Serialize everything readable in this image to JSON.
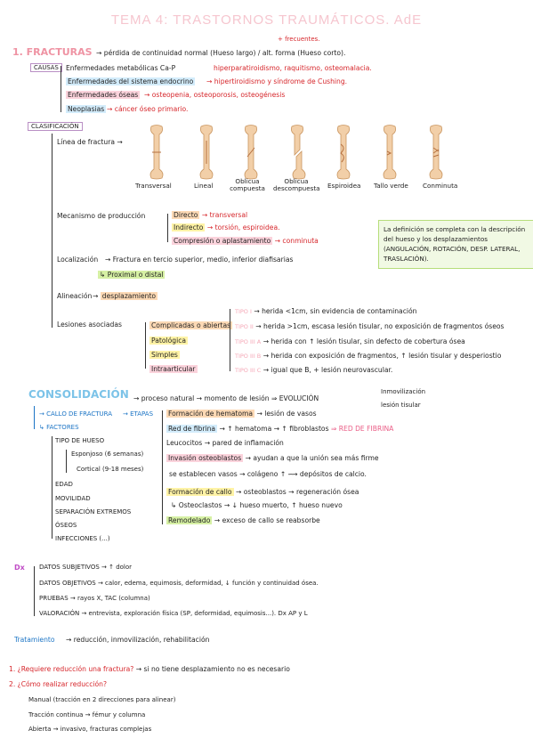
{
  "title": "TEMA 4: TRASTORNOS TRAUMÁTICOS. AdE",
  "fracturas": {
    "extra": "+ frecuentes.",
    "heading": "1. FRACTURAS",
    "definition": "→ pérdida de continuidad normal (Hueso largo) / alt. forma (Hueso corto).",
    "causas_label": "CAUSAS",
    "causas": [
      {
        "label": "Enfermedades metabólicas Ca-P",
        "detail": "hiperparatiroidismo, raquitismo, osteomalacia."
      },
      {
        "label": "Enfermedades del sistema endocrino",
        "detail": "→ hipertiroidismo y síndrome de Cushing."
      },
      {
        "label": "Enfermedades óseas",
        "detail": "→ osteopenia, osteoporosis, osteogénesis"
      },
      {
        "label": "Neoplasias",
        "detail": "→ cáncer óseo primario."
      }
    ]
  },
  "clasificacion": {
    "label": "CLASIFICACIÓN",
    "linea_label": "Línea de fractura →",
    "bones": [
      "Transversal",
      "Lineal",
      "Oblicua compuesta",
      "Oblicua descompuesta",
      "Espiroidea",
      "Tallo verde",
      "Conminuta"
    ],
    "mecanismo_label": "Mecanismo de producción",
    "mecanismo": [
      {
        "label": "Directo",
        "detail": "→ transversal"
      },
      {
        "label": "Indirecto",
        "detail": "→ torsión, espiroidea."
      },
      {
        "label": "Compresión o aplastamiento",
        "detail": "→ conminuta"
      }
    ],
    "localizacion_label": "Localización",
    "localizacion_text": "→ Fractura en tercio superior, medio, inferior diafisarias",
    "localizacion_sub": "↳ Proximal o distal",
    "alineacion_label": "Alineación",
    "alineacion_text": "desplazamiento",
    "lesiones_label": "Lesiones asociadas",
    "lesiones": [
      "Complicadas o abiertas",
      "Patológica",
      "Simples",
      "Intraarticular"
    ],
    "tipos": [
      {
        "tag": "TIPO I",
        "text": "→ herida <1cm, sin evidencia de contaminación"
      },
      {
        "tag": "TIPO II",
        "text": "→ herida >1cm, escasa lesión tisular, no exposición de fragmentos óseos"
      },
      {
        "tag": "TIPO III A",
        "text": "→ herida con ↑ lesión tisular, sin defecto de cobertura ósea"
      },
      {
        "tag": "TIPO III B",
        "text": "→ herida con exposición de fragmentos, ↑ lesión tisular y desperiostio"
      },
      {
        "tag": "TIPO III C",
        "text": "→ igual que B, + lesión neurovascular."
      }
    ],
    "note": "La definición se completa con la descripción del hueso y los desplazamientos (ANGULACIÓN, ROTACIÓN, DESP. LATERAL, TRASLACIÓN)."
  },
  "consolidacion": {
    "heading": "CONSOLIDACIÓN",
    "process": "→ proceso natural → momento de lesión ⇒ EVOLUCIÓN",
    "evol": [
      "Inmovilización",
      "lesión tisular"
    ],
    "callo_label": "CALLO DE FRACTURA",
    "etapas_label": "→ ETAPAS",
    "etapas": [
      {
        "label": "Formación de hematoma",
        "detail": "→ lesión de vasos"
      },
      {
        "label": "Red de fibrina",
        "detail": "→ ↑ hematoma → ↑ fibroblastos",
        "extra": "⇒ RED DE FIBRINA"
      },
      {
        "label": "Leucocitos",
        "detail": "→ pared de inflamación"
      },
      {
        "label": "Invasión osteoblastos",
        "detail": "→ ayudan a que la unión sea más firme"
      },
      {
        "label": "",
        "detail": "se establecen vasos → colágeno ↑ ⟿ depósitos de calcio."
      },
      {
        "label": "Formación de callo",
        "detail": "→ osteoblastos → regeneración ósea"
      },
      {
        "label": "",
        "detail": "↳ Osteoclastos → ↓ hueso muerto, ↑ hueso nuevo"
      },
      {
        "label": "Remodelado",
        "detail": "→ exceso de callo se reabsorbe"
      }
    ],
    "factores_label": "FACTORES",
    "factores": [
      "TIPO DE HUESO",
      "EDAD",
      "MOVILIDAD",
      "SEPARACIÓN EXTREMOS",
      "ÓSEOS",
      "INFECCIONES (...)"
    ],
    "tipo_hueso": [
      "Esponjoso (6 semanas)",
      "Cortical (9-18 meses)"
    ]
  },
  "dx": {
    "label": "Dx",
    "items": [
      "DATOS SUBJETIVOS → ↑ dolor",
      "DATOS OBJETIVOS → calor, edema, equimosis, deformidad, ↓ función y continuidad ósea.",
      "PRUEBAS → rayos X, TAC (columna)",
      "VALORACIÓN → entrevista, exploración física (SP, deformidad, equimosis...). Dx AP y L"
    ]
  },
  "tratamiento": {
    "label": "Tratamiento",
    "text": "→ reducción, inmovilización, rehabilitación"
  },
  "preguntas": {
    "q1": "1. ¿Requiere reducción una fractura?",
    "q1_answer": "→ si no tiene desplazamiento no es necesario",
    "q2": "2. ¿Cómo realizar reducción?",
    "answers": [
      "Manual (tracción en 2 direcciones para alinear)",
      "Tracción continua → fémur y columna",
      "Abierta → invasivo, fracturas complejas"
    ]
  },
  "colors": {
    "title": "#f6c6cf",
    "pink_heading": "#ef93a3",
    "blue_heading": "#7cc3e8",
    "red": "#d6262b",
    "blue": "#1b74c5",
    "bone": "#f2cfa8"
  }
}
